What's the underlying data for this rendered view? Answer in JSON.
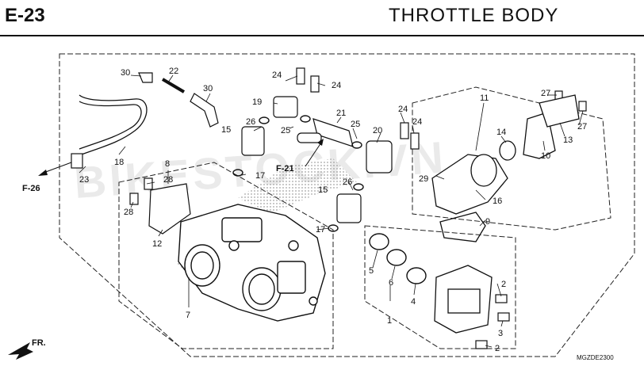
{
  "header": {
    "page_code": "E-23",
    "title": "THROTTLE  BODY"
  },
  "watermark": "BIKESTOCK.VN",
  "part_code": "MGZDE2300",
  "front_label": "FR.",
  "refs": {
    "f26": "F-26",
    "f21": "F-21"
  },
  "callouts": [
    {
      "id": "c1",
      "text": "1"
    },
    {
      "id": "c2a",
      "text": "2"
    },
    {
      "id": "c2b",
      "text": "2"
    },
    {
      "id": "c3",
      "text": "3"
    },
    {
      "id": "c4",
      "text": "4"
    },
    {
      "id": "c5",
      "text": "5"
    },
    {
      "id": "c6",
      "text": "6"
    },
    {
      "id": "c7",
      "text": "7"
    },
    {
      "id": "c8",
      "text": "8"
    },
    {
      "id": "c9",
      "text": "9"
    },
    {
      "id": "c10",
      "text": "10"
    },
    {
      "id": "c11",
      "text": "11"
    },
    {
      "id": "c12",
      "text": "12"
    },
    {
      "id": "c13",
      "text": "13"
    },
    {
      "id": "c14",
      "text": "14"
    },
    {
      "id": "c15a",
      "text": "15"
    },
    {
      "id": "c15b",
      "text": "15"
    },
    {
      "id": "c16",
      "text": "16"
    },
    {
      "id": "c17a",
      "text": "17"
    },
    {
      "id": "c17b",
      "text": "17"
    },
    {
      "id": "c18",
      "text": "18"
    },
    {
      "id": "c19",
      "text": "19"
    },
    {
      "id": "c20",
      "text": "20"
    },
    {
      "id": "c21",
      "text": "21"
    },
    {
      "id": "c22",
      "text": "22"
    },
    {
      "id": "c23",
      "text": "23"
    },
    {
      "id": "c24a",
      "text": "24"
    },
    {
      "id": "c24b",
      "text": "24"
    },
    {
      "id": "c24c",
      "text": "24"
    },
    {
      "id": "c24d",
      "text": "24"
    },
    {
      "id": "c25a",
      "text": "25"
    },
    {
      "id": "c25b",
      "text": "25"
    },
    {
      "id": "c26a",
      "text": "26"
    },
    {
      "id": "c26b",
      "text": "26"
    },
    {
      "id": "c27a",
      "text": "27"
    },
    {
      "id": "c27b",
      "text": "27"
    },
    {
      "id": "c28a",
      "text": "28"
    },
    {
      "id": "c28b",
      "text": "28"
    },
    {
      "id": "c29",
      "text": "29"
    },
    {
      "id": "c30a",
      "text": "30"
    },
    {
      "id": "c30b",
      "text": "30"
    }
  ]
}
